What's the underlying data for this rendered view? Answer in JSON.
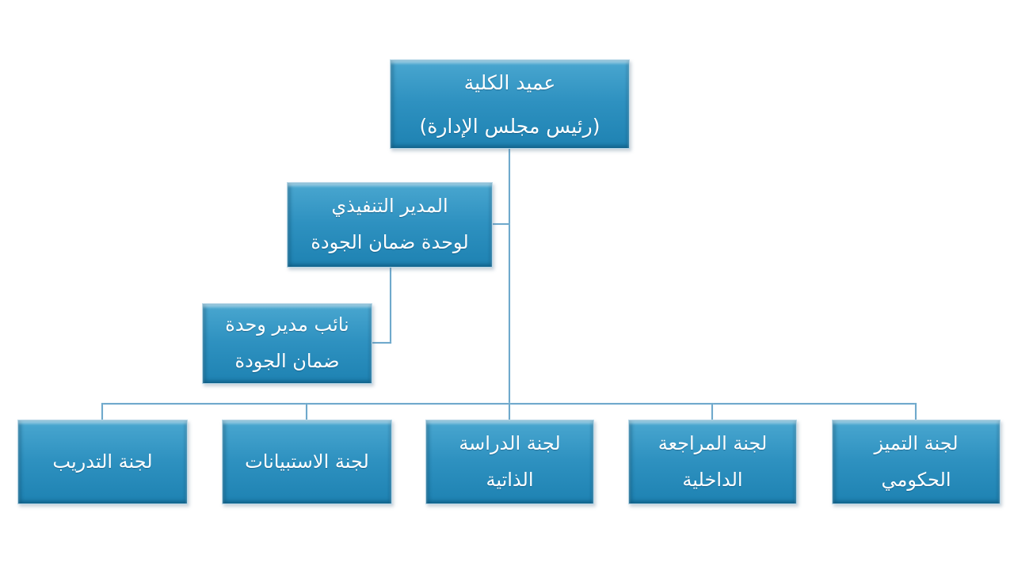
{
  "diagram": {
    "type": "org-chart",
    "text_direction": "rtl",
    "levels": 3
  },
  "nodes": {
    "dean": {
      "label": "عميد الكلية\n(رئيس مجلس الإدارة)"
    },
    "executive_director": {
      "label": "المدير التنفيذي\nلوحدة ضمان الجودة"
    },
    "deputy_director": {
      "label": "نائب مدير وحدة\nضمان الجودة"
    },
    "committees": [
      {
        "label": "لجنة التدريب"
      },
      {
        "label": "لجنة الاستبيانات"
      },
      {
        "label": "لجنة الدراسة\nالذاتية"
      },
      {
        "label": "لجنة المراجعة\nالداخلية"
      },
      {
        "label": "لجنة التميز\nالحكومي"
      }
    ]
  },
  "colors": {
    "box_fill_top": "#4AA7D0",
    "box_fill_mid": "#2E91C0",
    "box_fill_bottom": "#1E82B2",
    "box_border": "#B9D8E8",
    "connector": "#6FA9CC",
    "text": "#FFFFFF",
    "background": "#FFFFFF"
  }
}
